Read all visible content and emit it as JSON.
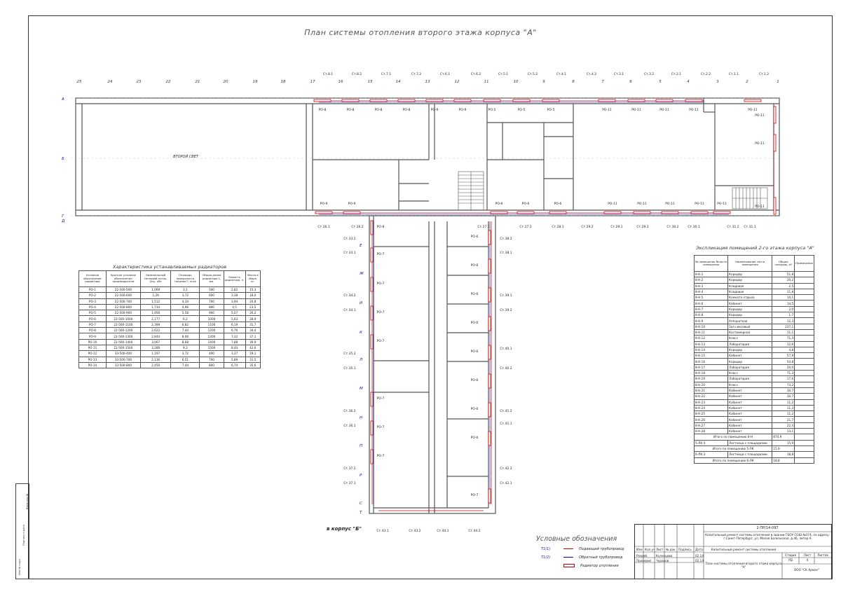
{
  "drawing_title": "План системы отопления второго этажа корпуса \"А\"",
  "axes_numbers": [
    "25",
    "24",
    "23",
    "22",
    "21",
    "20",
    "19",
    "18",
    "17",
    "16",
    "15",
    "14",
    "13",
    "12",
    "11",
    "10",
    "9",
    "8",
    "7",
    "6",
    "5",
    "4",
    "3",
    "2",
    "1"
  ],
  "axes_letters_left": [
    "А",
    "Б",
    "Г",
    "Д"
  ],
  "axes_letters_wing": [
    "Е",
    "Ж",
    "И",
    "К",
    "Л",
    "М",
    "Н",
    "П",
    "Р",
    "С",
    "Т"
  ],
  "big_hall_label": "ВТОРОЙ СВЕТ",
  "riser_labels_top": [
    "Ст.8.1",
    "Ст.8.2",
    "Ст.7.1",
    "Ст.7.2",
    "Ст.6.1",
    "Ст.6.2",
    "Ст.5.1",
    "Ст.5.2",
    "Ст.4.1",
    "Ст.4.2",
    "Ст.3.1",
    "Ст.3.2",
    "Ст.2.1",
    "Ст.2.2",
    "Ст.1.1",
    "Ст.1.2"
  ],
  "riser_labels_bottom": [
    "Ст.26.1",
    "Ст.26.2",
    "Ст.27.1",
    "Ст.27.2",
    "Ст.28.1",
    "Ст.29.2",
    "Ст.29.1",
    "Ст.29.2",
    "Ст.30.2",
    "Ст.30.1",
    "Ст.31.2",
    "Ст.31.1"
  ],
  "riser_labels_left_wing": [
    "Ст.33.2",
    "Ст.33.1",
    "Ст.34.2",
    "Ст.34.1",
    "Ст.35.2",
    "Ст.35.1",
    "Ст.36.2",
    "Ст.36.1",
    "Ст.37.2",
    "Ст.37.1"
  ],
  "riser_labels_right_wing": [
    "Ст.38.2",
    "Ст.38.1",
    "Ст.39.1",
    "Ст.39.2",
    "Ст.40.1",
    "Ст.40.2",
    "Ст.41.2",
    "Ст.41.1",
    "Ст.42.2",
    "Ст.42.1"
  ],
  "riser_labels_end": [
    "Ст.43.1",
    "Ст.43.2",
    "Ст.44.1",
    "Ст.44.2"
  ],
  "radiator_labels_top": [
    "РО-8",
    "РО-8",
    "РО-8",
    "РО-8",
    "РО-9",
    "РО-9",
    "РО-5",
    "РО-5",
    "РО-5",
    "РО-11",
    "РО-11",
    "РО-11",
    "РО-11",
    "РО-11"
  ],
  "radiator_labels_bottom": [
    "РО-9",
    "РО-9",
    "РО-6",
    "РО-6",
    "РО-6",
    "РО-11",
    "РО-11",
    "РО-11",
    "РО-11",
    "РО-11"
  ],
  "radiator_labels_wing_left": [
    "РО-8",
    "РО-7",
    "РО-7",
    "РО-7",
    "РО-7",
    "РО-7",
    "РО-7",
    "РО-7"
  ],
  "radiator_labels_wing_right": [
    "РО-6",
    "РО-6",
    "РО-6",
    "РО-6",
    "РО-6",
    "РО-6",
    "РО-6",
    "РО-6",
    "РО-7"
  ],
  "radiator_labels_end_right": [
    "РО-11",
    "РО-11",
    "РО-11"
  ],
  "radiator_table": {
    "title": "Характеристика устанавливаемых радиаторов",
    "headers": [
      "Условное обозначение радиатора",
      "Краткое условное обозначение производителя",
      "Номинальный тепловой поток, Qну, кВт",
      "Площадь поверхности нагрева F, м.кв",
      "Общая длина радиатора L, мм.",
      "Емкость радиатора, л.",
      "Масса в сборе, кг."
    ],
    "rows": [
      [
        "РО-1",
        "22-500-500",
        "1,069",
        "3,1",
        "500",
        "2,82",
        "15,3"
      ],
      [
        "РО-2",
        "22-500-600",
        "1,29",
        "3,72",
        "600",
        "3,38",
        "18,0"
      ],
      [
        "РО-3",
        "22-500-700",
        "1,512",
        "4,34",
        "700",
        "3,94",
        "20,8"
      ],
      [
        "РО-4",
        "22-500-800",
        "1,734",
        "4,96",
        "800",
        "4,5",
        "23,5"
      ],
      [
        "РО-5",
        "22-500-900",
        "1,956",
        "5,58",
        "900",
        "5,07",
        "26,2"
      ],
      [
        "РО-6",
        "22-500-1000",
        "2,177",
        "6,2",
        "1000",
        "5,63",
        "28,9"
      ],
      [
        "РО-7",
        "22-500-1100",
        "2,399",
        "6,82",
        "1100",
        "6,19",
        "31,7"
      ],
      [
        "РО-8",
        "22-500-1200",
        "2,622",
        "7,44",
        "1200",
        "6,76",
        "34,4"
      ],
      [
        "РО-9",
        "22-500-1300",
        "2,844",
        "8,06",
        "1300",
        "7,32",
        "37,1"
      ],
      [
        "РО-10",
        "22-500-1400",
        "3,067",
        "8,68",
        "1400",
        "7,88",
        "39,9"
      ],
      [
        "РО-11",
        "22-500-1500",
        "3,289",
        "9,3",
        "1500",
        "8,44",
        "42,6"
      ],
      [
        "РО-12",
        "33-500-400",
        "1,197",
        "3,72",
        "400",
        "3,37",
        "19,1"
      ],
      [
        "РО-13",
        "33-500-700",
        "2,136",
        "6,51",
        "700",
        "5,89",
        "31,5"
      ],
      [
        "РО-14",
        "33-500-800",
        "2,450",
        "7,44",
        "800",
        "6,74",
        "35,6"
      ]
    ]
  },
  "rooms_table": {
    "title": "Экспликация помещений 2-го этажа корпуса \"А\"",
    "headers": [
      "№ помещения №части помещения",
      "Наименование части помещения",
      "Общая площадь, м²",
      "Примечание"
    ],
    "rows": [
      [
        "8-Н.1",
        "Коридор",
        "51,8",
        ""
      ],
      [
        "8-Н.2",
        "Коридор",
        "20,2",
        ""
      ],
      [
        "8-Н.3",
        "Кладовая",
        "2,5",
        ""
      ],
      [
        "8-Н.4",
        "Кладовая",
        "11,8",
        ""
      ],
      [
        "8-Н.5",
        "Комната отдыха",
        "14,1",
        ""
      ],
      [
        "8-Н.6",
        "Кабинет",
        "14,5",
        ""
      ],
      [
        "8-Н.7",
        "Коридор",
        "2,0",
        ""
      ],
      [
        "8-Н.8",
        "Коридор",
        "1,7",
        ""
      ],
      [
        "8-Н.9",
        "Аппаратная",
        "12,3",
        ""
      ],
      [
        "8-Н.10",
        "Зал сиксовый",
        "237,1",
        ""
      ],
      [
        "8-Н.11",
        "Костюмерная",
        "11,1",
        ""
      ],
      [
        "8-Н.12",
        "Класс",
        "71,3",
        ""
      ],
      [
        "8-Н.13",
        "Лаборатория",
        "12,6",
        ""
      ],
      [
        "8-Н.14",
        "Коридор",
        "4,8",
        ""
      ],
      [
        "8-Н.15",
        "Кабинет",
        "57,9",
        ""
      ],
      [
        "8-Н.16",
        "Коридор",
        "54,8",
        ""
      ],
      [
        "8-Н.17",
        "Лаборатория",
        "20,0",
        ""
      ],
      [
        "8-Н.18",
        "Класс",
        "71,3",
        ""
      ],
      [
        "8-Н.19",
        "Лаборатория",
        "17,6",
        ""
      ],
      [
        "8-Н.20",
        "Класс",
        "73,2",
        ""
      ],
      [
        "8-Н.21",
        "Кабинет",
        "10,7",
        ""
      ],
      [
        "8-Н.22",
        "Кабинет",
        "10,7",
        ""
      ],
      [
        "8-Н.23",
        "Кабинет",
        "11,2",
        ""
      ],
      [
        "8-Н.24",
        "Кабинет",
        "11,3",
        ""
      ],
      [
        "8-Н.25",
        "Кабинет",
        "11,2",
        ""
      ],
      [
        "8-Н.26",
        "Кабинет",
        "21,7",
        ""
      ],
      [
        "8-Н.27",
        "Кабинет",
        "22,4",
        ""
      ],
      [
        "8-Н.28",
        "Кабинет",
        "13,1",
        ""
      ]
    ],
    "total_rows": [
      [
        "Итого по помещению 8-Н",
        "874,9"
      ],
      [
        "5-ЛК.4",
        "Лестница с площадками",
        "15,9"
      ],
      [
        "Итого по помещению 5-ЛК",
        "15,9"
      ],
      [
        "6-ЛК.3",
        "Лестница с площадками",
        "18,8"
      ],
      [
        "Итого по помещению 6-ЛК",
        "18,8"
      ]
    ]
  },
  "to_building_label": "в корпус \"Б\"",
  "legend": {
    "title": "Условные обозначения",
    "items": [
      {
        "symbol": "Т1(1)",
        "text": "Подающий трубопровод"
      },
      {
        "symbol": "Т1(2)",
        "text": "Обратный трубопровод"
      },
      {
        "symbol": "",
        "text": "Радиатор отопления"
      }
    ]
  },
  "stamp": {
    "code": "2-ПР/14-097",
    "project": "Капитальный ремонт системы отопления в здании ГБОУ СОШ №374, по адресу: г.Санкт-Петербург, ул. Малая Балканская, д.46, литер А",
    "system": "Капитальный ремонт системы отопления",
    "sheet_title": "План системы отопления второго этажа корпуса \"А\"",
    "stage_h": "Стадия",
    "sheet_h": "Лист",
    "sheets_h": "Листов",
    "stage": "РД",
    "sheet": "4",
    "sheets": "",
    "company": "ООО \"СК Армах\"",
    "row_heads": [
      "Изм",
      "Кол.уч",
      "Лист",
      "№ док",
      "Подпись",
      "Дата"
    ],
    "developed": "Разраб.",
    "developed_name": "Кузнецова",
    "developed_date": "02.14",
    "checked": "Проверил",
    "checked_name": "Чураков",
    "checked_date": "02.14"
  },
  "sidebar": [
    "Инв.№ подл.",
    "Подпись и дата",
    "Взам.инв.№"
  ]
}
